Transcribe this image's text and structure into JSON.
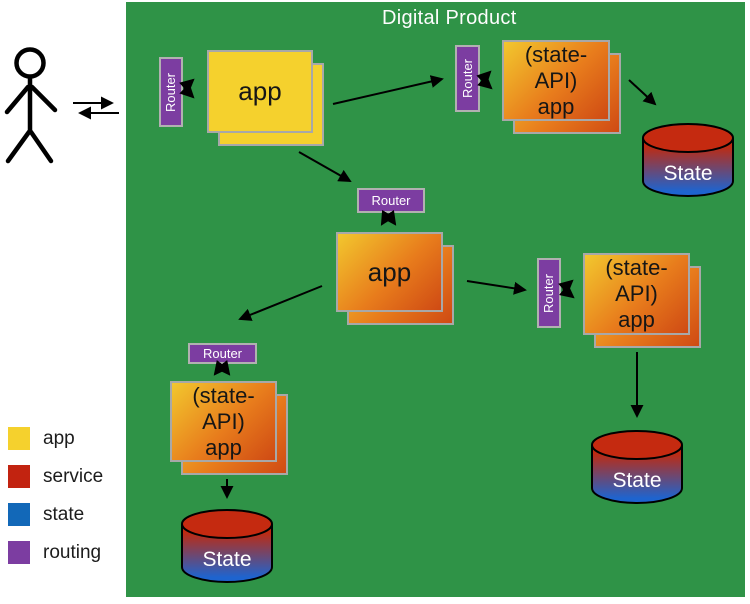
{
  "title": "Digital Product",
  "labels": {
    "router": "Router",
    "state": "State"
  },
  "nodes": {
    "app_top": {
      "label": "app"
    },
    "app_middle": {
      "label": "app"
    },
    "state_api_top_right": {
      "line1": "(state-API)",
      "line2": "app"
    },
    "state_api_middle_right": {
      "line1": "(state-API)",
      "line2": "app"
    },
    "state_api_bottom_left": {
      "line1": "(state-API)",
      "line2": "app"
    }
  },
  "legend": [
    {
      "label": "app",
      "color": "#f5d12d"
    },
    {
      "label": "service",
      "color": "#c22310"
    },
    {
      "label": "state",
      "color": "#1268b8"
    },
    {
      "label": "routing",
      "color": "#7c3da1"
    }
  ],
  "icons": {
    "actor": "stick-figure-person",
    "exchange": "bidirectional-arrows"
  },
  "colors": {
    "boundary_green": "#2f9347",
    "app_yellow": "#f5d12d",
    "service_orange_start": "#f2c72e",
    "service_orange_end": "#cf4a14",
    "state_red": "#c52a10",
    "state_blue": "#1e64cf",
    "routing_purple": "#7c3da1",
    "title_text": "#ffffff"
  }
}
